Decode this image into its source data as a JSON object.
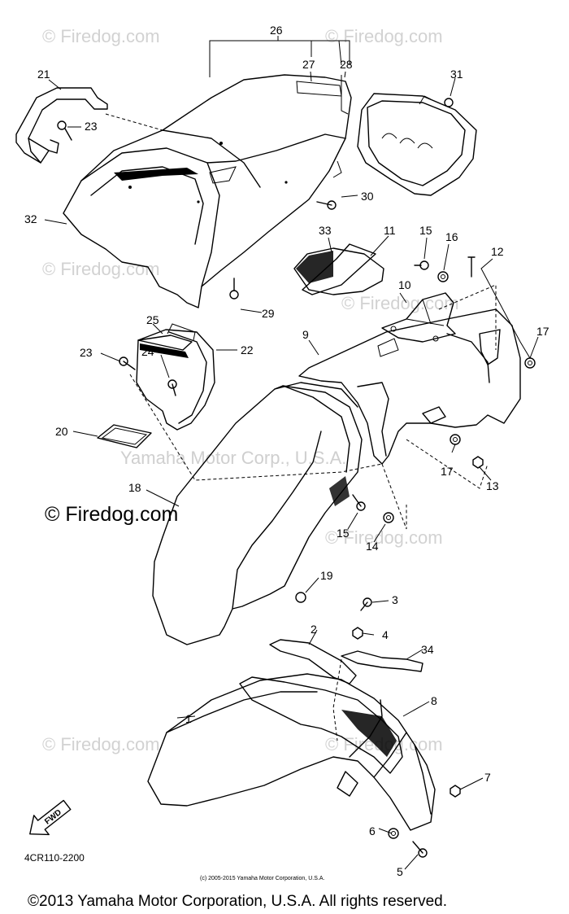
{
  "watermark": {
    "text": "© Firedog.com",
    "center_text": "Yamaha Motor Corp., U.S.A."
  },
  "callouts": [
    "1",
    "2",
    "3",
    "4",
    "5",
    "6",
    "7",
    "8",
    "9",
    "10",
    "11",
    "12",
    "13",
    "14",
    "15",
    "15",
    "16",
    "17",
    "17",
    "18",
    "19",
    "20",
    "21",
    "22",
    "23",
    "23",
    "24",
    "25",
    "26",
    "27",
    "28",
    "29",
    "30",
    "31",
    "32",
    "33",
    "34"
  ],
  "labels": {
    "c1": "1",
    "c2": "2",
    "c3": "3",
    "c4": "4",
    "c5": "5",
    "c6": "6",
    "c7": "7",
    "c8": "8",
    "c9": "9",
    "c10": "10",
    "c11": "11",
    "c12": "12",
    "c13": "13",
    "c14": "14",
    "c15a": "15",
    "c15b": "15",
    "c16": "16",
    "c17a": "17",
    "c17b": "17",
    "c18": "18",
    "c19": "19",
    "c20": "20",
    "c21": "21",
    "c22": "22",
    "c23a": "23",
    "c23b": "23",
    "c24": "24",
    "c25": "25",
    "c26": "26",
    "c27": "27",
    "c28": "28",
    "c29": "29",
    "c30": "30",
    "c31": "31",
    "c32": "32",
    "c33": "33",
    "c34": "34"
  },
  "fwd_arrow": "FWD",
  "diagram_code": "4CR110-2200",
  "small_copyright": "(c) 2005-2015 Yamaha Motor Corporation, U.S.A.",
  "footer_copyright": "©2013 Yamaha Motor Corporation, U.S.A. All rights reserved."
}
